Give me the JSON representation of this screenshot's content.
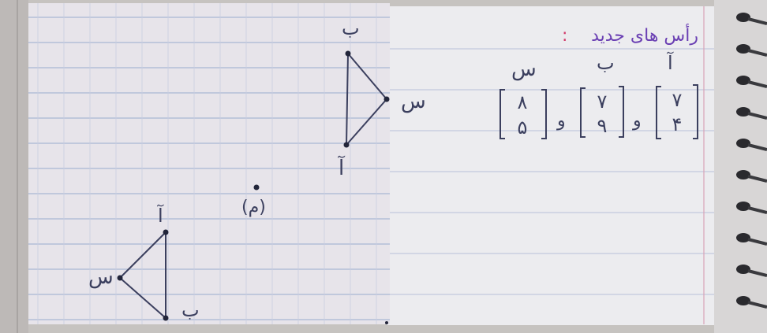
{
  "heading": {
    "text": "رأس های جدید",
    "colon": ":"
  },
  "pre_image": {
    "vertices": [
      {
        "label": "ب"
      },
      {
        "label": "س"
      },
      {
        "label": "آ"
      }
    ]
  },
  "center_point": {
    "label": "(م)"
  },
  "image": {
    "vertices": [
      {
        "label": "آ"
      },
      {
        "label": "س"
      },
      {
        "label": "ب"
      }
    ]
  },
  "new_vertices": [
    {
      "label": "آ",
      "top": "۷",
      "bottom": "۴"
    },
    {
      "label": "ب",
      "top": "۷",
      "bottom": "۹"
    },
    {
      "label": "س",
      "top": "۸",
      "bottom": "۵"
    }
  ],
  "separator": "و",
  "colors": {
    "ink": "#3b3f5e",
    "heading": "#6a3fb3",
    "colon": "#d23b6b",
    "grid": "#a9b6d4",
    "margin_line": "#d9a3b7",
    "paper": "#ececef",
    "grid_sheet": "#e7e4ea"
  }
}
